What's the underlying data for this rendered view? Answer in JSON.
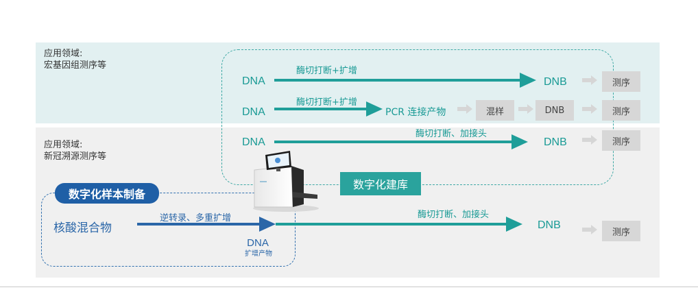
{
  "area_top": {
    "line1": "应用领域:",
    "line2": "宏基因组测序等"
  },
  "area_bottom": {
    "line1": "应用领域:",
    "line2": "新冠溯源测序等"
  },
  "rows": [
    {
      "dna": "DNA",
      "step": "酶切打断+扩增",
      "dnb": "DNB",
      "seq": "测序"
    },
    {
      "dna": "DNA",
      "step": "酶切打断+扩增",
      "pcr": "PCR 连接产物",
      "mix": "混样",
      "dnb": "DNB",
      "seq": "测序"
    },
    {
      "dna": "DNA",
      "step": "酶切打断、加接头",
      "dnb": "DNB",
      "seq": "测序"
    }
  ],
  "digital_library": "数字化建库",
  "digital_sample": "数字化样本制备",
  "sample": {
    "source": "核酸混合物",
    "step": "逆转录、多重扩增",
    "product_title": "DNA",
    "product_sub": "扩增产物",
    "step2": "酶切打断、加接头",
    "dnb": "DNB",
    "seq": "测序"
  },
  "colors": {
    "teal": "#1f9e99",
    "blue": "#2a66a8",
    "grey": "#d7d7d7"
  }
}
